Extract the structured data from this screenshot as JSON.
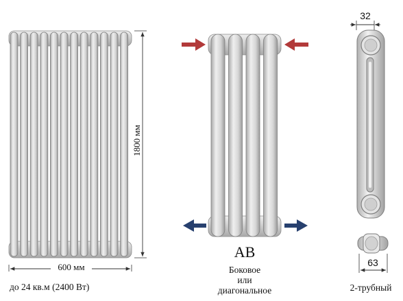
{
  "colors": {
    "metal": "#d7d7d7",
    "metal_shadow": "#9a9a9a",
    "metal_edge": "#8a8a8a",
    "arrow_in": "#b23a3a",
    "arrow_out": "#27406e",
    "dim_line": "#333333"
  },
  "front_view": {
    "width_label": "600 мм",
    "height_label": "1800 мм",
    "caption": "до 24 кв.м (2400 Вт)"
  },
  "connection_view": {
    "letters": "АВ",
    "caption_line1": "Боковое",
    "caption_line2": "или",
    "caption_line3": "диагональное"
  },
  "side_view": {
    "top_dim": "32",
    "bottom_dim": "63",
    "caption": "2-трубный"
  }
}
